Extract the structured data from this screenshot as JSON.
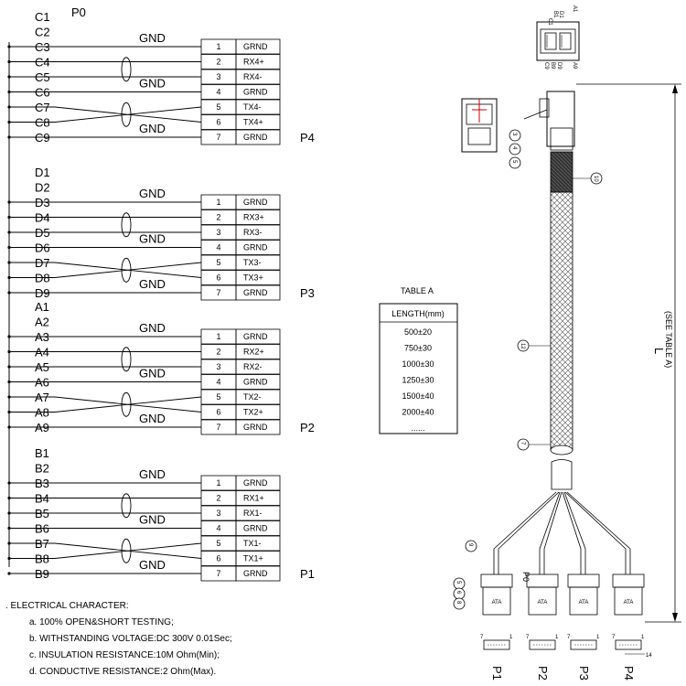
{
  "p0_label": "P0",
  "groups": [
    {
      "pins": [
        "C1",
        "C2",
        "C3",
        "C4",
        "C5",
        "C6",
        "C7",
        "C8",
        "C9"
      ],
      "connector": "P4"
    },
    {
      "pins": [
        "D1",
        "D2",
        "D3",
        "D4",
        "D5",
        "D6",
        "D7",
        "D8",
        "D9"
      ],
      "connector": "P3"
    },
    {
      "pins": [
        "A1",
        "A2",
        "A3",
        "A4",
        "A5",
        "A6",
        "A7",
        "A8",
        "A9"
      ],
      "connector": "P2"
    },
    {
      "pins": [
        "B1",
        "B2",
        "B3",
        "B4",
        "B5",
        "B6",
        "B7",
        "B8",
        "B9"
      ],
      "connector": "P1"
    }
  ],
  "gnd_label": "GND",
  "signal_sets": [
    {
      "numbers": [
        "1",
        "2",
        "3",
        "4",
        "5",
        "6",
        "7"
      ],
      "names": [
        "GRND",
        "RX4+",
        "RX4-",
        "GRND",
        "TX4-",
        "TX4+",
        "GRND"
      ]
    },
    {
      "numbers": [
        "1",
        "2",
        "3",
        "4",
        "5",
        "6",
        "7"
      ],
      "names": [
        "GRND",
        "RX3+",
        "RX3-",
        "GRND",
        "TX3-",
        "TX3+",
        "GRND"
      ]
    },
    {
      "numbers": [
        "1",
        "2",
        "3",
        "4",
        "5",
        "6",
        "7"
      ],
      "names": [
        "GRND",
        "RX2+",
        "RX2-",
        "GRND",
        "TX2-",
        "TX2+",
        "GRND"
      ]
    },
    {
      "numbers": [
        "1",
        "2",
        "3",
        "4",
        "5",
        "6",
        "7"
      ],
      "names": [
        "GRND",
        "RX1+",
        "RX1-",
        "GRND",
        "TX1-",
        "TX1+",
        "GRND"
      ]
    }
  ],
  "table_a": {
    "title": "TABLE A",
    "header": "LENGTH(mm)",
    "rows": [
      "500±20",
      "750±30",
      "1000±30",
      "1250±30",
      "1500±40",
      "2000±40",
      "......"
    ]
  },
  "dimension": {
    "letter": "L",
    "note": "(SEE TABLE A)"
  },
  "callouts": [
    "3",
    "4",
    "5",
    "10",
    "12",
    "7",
    "9",
    "5",
    "6",
    "8"
  ],
  "top_connector": {
    "name": "P0",
    "left_pins": [
      "C1",
      "B1",
      "D1"
    ],
    "right_pins": [
      "A1"
    ],
    "bottom_left": [
      "C9",
      "B9",
      "D9"
    ],
    "bottom_right": [
      "A9"
    ]
  },
  "ata_label": "ATA",
  "end_connectors": [
    "P1",
    "P2",
    "P3",
    "P4"
  ],
  "small_marks": [
    "7",
    "1",
    "7",
    "1",
    "7",
    "1",
    "7",
    "1"
  ],
  "dim_14": "14",
  "notes": {
    "heading": ". ELECTRICAL CHARACTER:",
    "items": [
      "a. 100% OPEN&SHORT TESTING;",
      "b. WITHSTANDING VOLTAGE:DC  300V  0.01Sec;",
      "c. INSULATION RESISTANCE:10M  Ohm(Min);",
      "d. CONDUCTIVE RESISTANCE:2  Ohm(Max)."
    ]
  }
}
